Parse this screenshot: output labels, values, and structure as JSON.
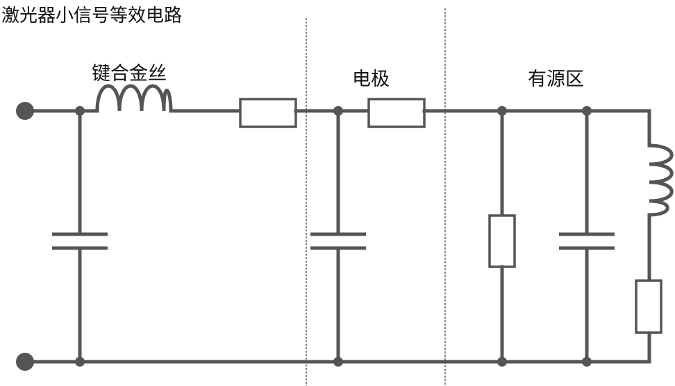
{
  "title": "激光器小信号等效电路",
  "regions": {
    "bond_wire": "键合金丝",
    "electrode": "电极",
    "active_region": "有源区"
  },
  "colors": {
    "wire": "#555555",
    "divider": "#111111",
    "background": "#ffffff"
  }
}
